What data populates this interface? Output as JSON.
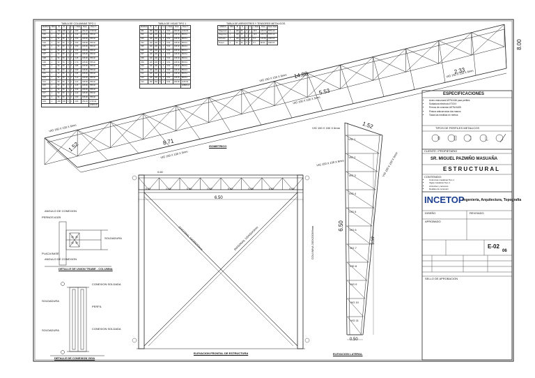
{
  "tables": {
    "columns": {
      "title": "TABLA DE COLUMNAS TIPO 1",
      "headers": [
        "MARCA",
        "TIPO",
        "B",
        "D",
        "t",
        "Ls",
        "L.Total",
        "Peso",
        "Peso T."
      ],
      "rows": [
        [
          "C01",
          "1",
          "200",
          "200",
          "6",
          "4",
          "4.80",
          "252.20",
          "1715.92"
        ],
        [
          "C02",
          "1",
          "50",
          "50",
          "3",
          "3",
          "3.30",
          "186.80",
          "785.92"
        ],
        [
          "C03",
          "1",
          "50",
          "50",
          "3",
          "3",
          "3.50",
          "186.80",
          "785.92"
        ],
        [
          "C04",
          "1",
          "50",
          "50",
          "3",
          "3",
          "3.50",
          "186.80",
          "785.92"
        ],
        [
          "C05",
          "1",
          "50",
          "50",
          "3",
          "3",
          "3.50",
          "186.80",
          "785.92"
        ],
        [
          "C06",
          "1",
          "50",
          "50",
          "3",
          "3",
          "3.50",
          "186.80",
          "785.92"
        ],
        [
          "C07",
          "1",
          "50",
          "50",
          "3",
          "3",
          "3.57",
          "186.80",
          "785.92"
        ],
        [
          "C08",
          "1",
          "50",
          "50",
          "3",
          "3",
          "3.45",
          "186.80",
          "785.92"
        ],
        [
          "C09",
          "1",
          "50",
          "50",
          "3",
          "3",
          "3.70",
          "186.80",
          "785.92"
        ],
        [
          "C10",
          "1",
          "50",
          "50",
          "3",
          "3",
          "3.85",
          "186.80",
          "785.92"
        ],
        [
          "C11",
          "1",
          "50",
          "50",
          "3",
          "3",
          "3.90",
          "186.80",
          "785.92"
        ],
        [
          "C12",
          "1",
          "50",
          "50",
          "3",
          "3",
          "3.95",
          "186.80",
          "785.92"
        ],
        [
          "C13",
          "1",
          "50",
          "50",
          "3",
          "3",
          "4.10",
          "186.80",
          "785.92"
        ],
        [
          "C14",
          "1",
          "50",
          "50",
          "3",
          "3",
          "4.20",
          "186.80",
          "785.92"
        ],
        [
          "C15",
          "1",
          "50",
          "50",
          "3",
          "3",
          "4.25",
          "186.80",
          "785.92"
        ],
        [
          "C16",
          "1",
          "50",
          "50",
          "3",
          "3",
          "4.30",
          "186.80",
          "785.92"
        ],
        [
          "C17",
          "1",
          "50",
          "50",
          "3",
          "3",
          "4.40",
          "186.80",
          "785.92"
        ],
        [
          "C18",
          "1",
          "50",
          "50",
          "3",
          "3",
          "4.50",
          "186.80",
          "785.92"
        ],
        [
          "C19",
          "1",
          "200",
          "200",
          "6",
          "4",
          "4.80",
          "252.20",
          "1715.92"
        ]
      ],
      "total": "10906.49"
    },
    "beams": {
      "title": "TABLA DE VIGAS TIPO 1",
      "headers": [
        "MARCA",
        "B",
        "D",
        "t",
        "Ls",
        "L.Total",
        "Peso",
        "Peso T."
      ],
      "rows": [
        [
          "V01",
          "150",
          "150",
          "6",
          "4",
          "5.53",
          "280.80",
          "1215.64"
        ],
        [
          "V02",
          "100",
          "100",
          "5",
          "4",
          "5.53",
          "195.60",
          "856.61"
        ],
        [
          "V03",
          "100",
          "100",
          "5",
          "4",
          "5.53",
          "195.60",
          "856.61"
        ],
        [
          "V04",
          "100",
          "100",
          "5",
          "4",
          "5.53",
          "195.60",
          "856.61"
        ],
        [
          "V05",
          "100",
          "100",
          "5",
          "4",
          "5.53",
          "195.60",
          "856.61"
        ],
        [
          "V06",
          "100",
          "100",
          "5",
          "4",
          "5.53",
          "195.60",
          "856.61"
        ],
        [
          "V07",
          "100",
          "100",
          "5",
          "4",
          "5.53",
          "195.60",
          "856.61"
        ],
        [
          "V08",
          "100",
          "100",
          "5",
          "4",
          "5.53",
          "195.60",
          "856.61"
        ],
        [
          "V09",
          "100",
          "100",
          "5",
          "4",
          "5.53",
          "195.60",
          "856.61"
        ],
        [
          "V10",
          "100",
          "100",
          "5",
          "4",
          "5.53",
          "195.60",
          "856.61"
        ],
        [
          "V11",
          "100",
          "100",
          "5",
          "4",
          "5.53",
          "195.60",
          "856.61"
        ],
        [
          "V12",
          "100",
          "100",
          "5",
          "4",
          "5.53",
          "195.60",
          "856.61"
        ],
        [
          "V13",
          "100",
          "100",
          "5",
          "4",
          "5.53",
          "195.60",
          "856.61"
        ],
        [
          "V14",
          "150",
          "150",
          "6",
          "4",
          "5.53",
          "280.80",
          "1215.64"
        ]
      ],
      "total": "12808.14"
    },
    "braces": {
      "title": "TABLA DE ARRIOSTRES Y TENSORES METALICOS",
      "headers": [
        "MARCA",
        "TIPO",
        "B",
        "D",
        "t",
        "Ls",
        "L.Total",
        "Peso",
        "Peso Total"
      ],
      "rows": [
        [
          "Diagonal 1",
          "1",
          "100",
          "50",
          "3",
          "4",
          "10.6",
          "108.70",
          "5576.10"
        ],
        [
          "Diagonal 2",
          "1",
          "100",
          "50",
          "3",
          "4",
          "10.6",
          "108.70",
          "5576.10"
        ],
        [
          "Arriostre",
          "1",
          "100",
          "100",
          "5",
          "4",
          "6.4",
          "126.60",
          "3200.60"
        ],
        [
          "Tensor",
          "1",
          "50",
          "50",
          "3",
          "4",
          "8.7",
          "86.50",
          "3300.00"
        ]
      ]
    }
  },
  "isometric": {
    "title": "ISOMETRICO",
    "dims": {
      "width": "1.52",
      "length": "8.71",
      "top_length": "14.88",
      "depth": "5.53",
      "span": "2.33",
      "height": "8.00"
    },
    "member_labels": {
      "top_chord_1": "VIG 150 X 150 X 6mm",
      "top_chord_2": "VIG 100 X 100 X 5mm",
      "bottom_chord": "VIG 100 X 100 X 5mm",
      "left_end": "VIG 150 X 150 X 6mm",
      "right_end": "VIG 150 X 150 X 6mm"
    }
  },
  "frame": {
    "title": "ELEVACION FRONTAL DE ESTRUCTURA",
    "spacing": [
      "0.62",
      "0.62",
      "0.60",
      "0.62",
      "0.62",
      "0.60",
      "0.62",
      "0.62"
    ],
    "total_width": "6.50",
    "truss_depth": "0.60",
    "brace_left": "DIAGONAL 100X50X3mm",
    "brace_right": "DIAGONAL 100X50X3mm",
    "column_label": "COLUMNA 200X200X6mm"
  },
  "detail1": {
    "title": "DETALLE DE UNION TRABE - COLUMNA",
    "labels": [
      "ANGULO DE CONEXION",
      "PERNOS A325",
      "PLACA BASE",
      "SOLDADURA",
      "ANGULO DE CONEXION"
    ]
  },
  "detail2": {
    "title": "DETALLE DE CONEXION VIGA",
    "labels": [
      "CONEXION SOLDADA",
      "SOLDADURA",
      "PERFIL",
      "SOLDADURA",
      "CONEXION SOLDADA"
    ]
  },
  "side": {
    "title": "ELEVACION LATERAL",
    "top_width": "1.52",
    "height": "6.50",
    "height2": "5.59",
    "base_width": "0.50",
    "left_label": "VIG 150 X 150 X 6mm",
    "right_label": "VIG 100 X 100 X 5mm",
    "level_labels": [
      "VIG 1",
      "VIG 2",
      "VIG 3",
      "VIG 4",
      "VIG 5",
      "VIG 6",
      "VIG 7",
      "VIG 8",
      "VIG 9",
      "VIG 10",
      "VIG 11"
    ]
  },
  "title_block": {
    "notes_title": "ESPECIFICACIONES",
    "notes": [
      "Acero estructural ASTM A36 para perfiles",
      "Soldadura electrodo E70XX",
      "Pernos de conexion ASTM A325",
      "Pintura anticorrosiva dos manos",
      "Todas las medidas en metros"
    ],
    "profiles_title": "TIPOS DE PERFILES METALICOS",
    "owner_label": "CLIENTE / PROPIETARIO",
    "owner": "SR. MIGUEL PAZMIÑO MASUAÑA",
    "discipline": "ESTRUCTURAL",
    "contents_label": "CONTENIDO:",
    "contents": [
      "Columnas metalicas Tipo 1",
      "Vigas metalicas Tipo 1",
      "Arriostres y tensores",
      "Detalles de conexion"
    ],
    "company_logo": "INCETOP",
    "company_tagline": "Ingeniería, Arquitectura, Topografía",
    "field_1": "DISEÑO",
    "field_2": "REVISADO",
    "field_3": "APROBADO",
    "sheet_code": "E-02",
    "sheet_of": "06",
    "approval": "SELLO DE APROBACION"
  }
}
